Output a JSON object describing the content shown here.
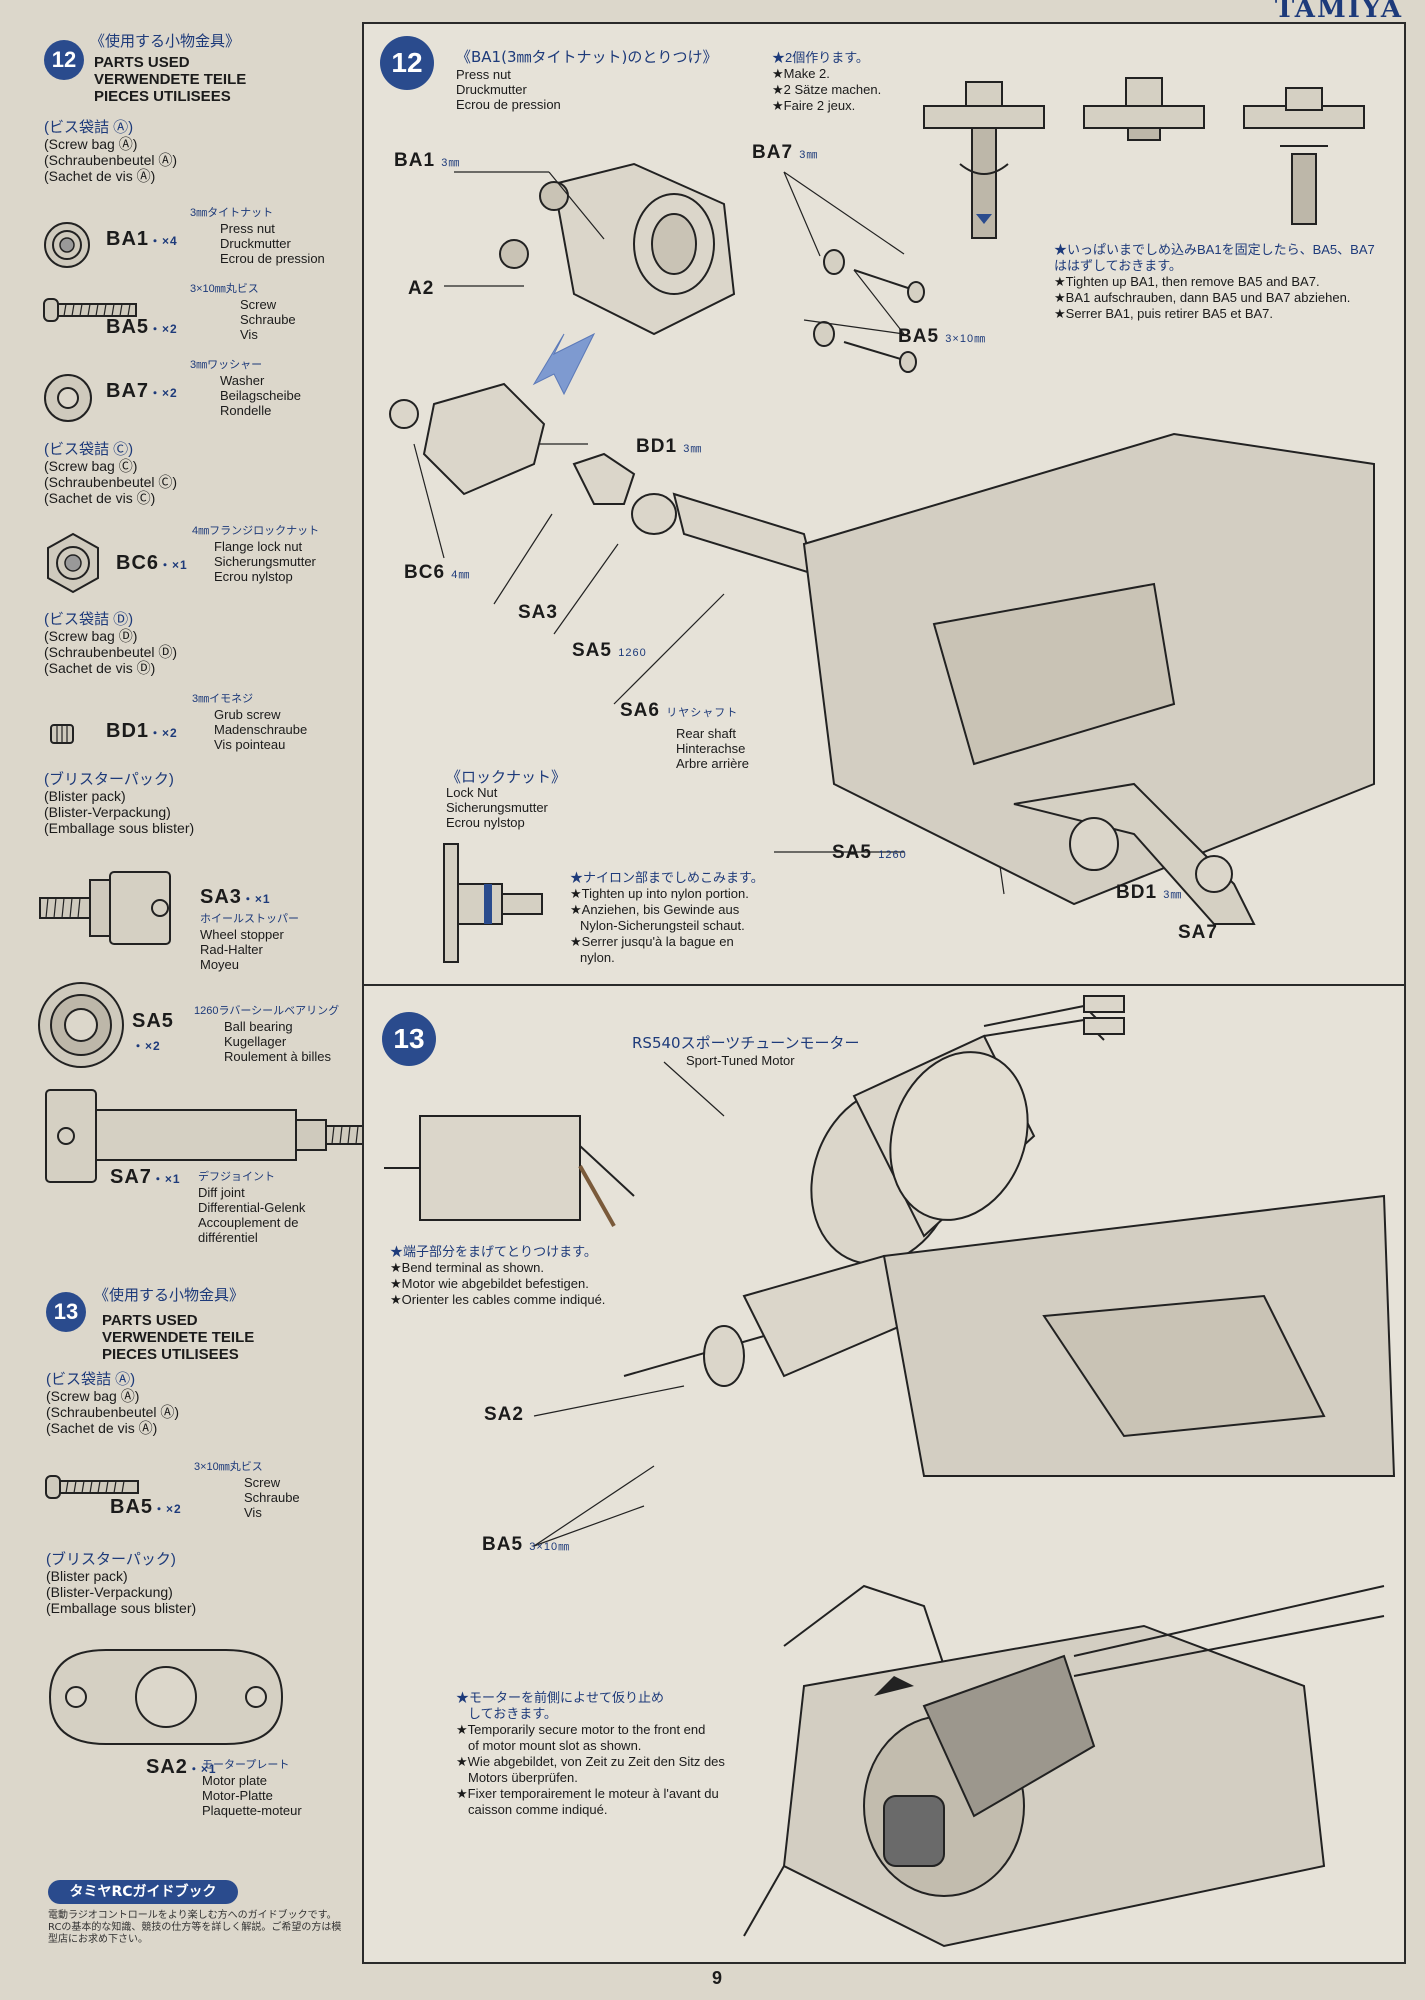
{
  "brand": "TAMIYA",
  "page_number": "9",
  "left": {
    "step12": {
      "num": "12",
      "jp_title": "《使用する小物金具》",
      "en": "PARTS USED",
      "de": "VERWENDETE TEILE",
      "fr": "PIECES UTILISEES",
      "bagA": {
        "jp": "(ビス袋詰 Ⓐ)",
        "en": "(Screw bag Ⓐ)",
        "de": "(Schraubenbeutel Ⓐ)",
        "fr": "(Sachet de vis Ⓐ)"
      },
      "ba1": {
        "code": "BA1",
        "qty": "・×4",
        "jp": "3㎜タイトナット",
        "en": "Press nut",
        "de": "Druckmutter",
        "fr": "Ecrou de pression"
      },
      "ba5": {
        "code": "BA5",
        "qty": "・×2",
        "jp": "3×10㎜丸ビス",
        "en": "Screw",
        "de": "Schraube",
        "fr": "Vis"
      },
      "ba7": {
        "code": "BA7",
        "qty": "・×2",
        "jp": "3㎜ワッシャー",
        "en": "Washer",
        "de": "Beilagscheibe",
        "fr": "Rondelle"
      },
      "bagC": {
        "jp": "(ビス袋詰 Ⓒ)",
        "en": "(Screw bag Ⓒ)",
        "de": "(Schraubenbeutel Ⓒ)",
        "fr": "(Sachet de vis Ⓒ)"
      },
      "bc6": {
        "code": "BC6",
        "qty": "・×1",
        "jp": "4㎜フランジロックナット",
        "en": "Flange lock nut",
        "de": "Sicherungsmutter",
        "fr": "Ecrou nylstop"
      },
      "bagD": {
        "jp": "(ビス袋詰 Ⓓ)",
        "en": "(Screw bag Ⓓ)",
        "de": "(Schraubenbeutel Ⓓ)",
        "fr": "(Sachet de vis Ⓓ)"
      },
      "bd1": {
        "code": "BD1",
        "qty": "・×2",
        "jp": "3㎜イモネジ",
        "en": "Grub screw",
        "de": "Madenschraube",
        "fr": "Vis pointeau"
      },
      "blister": {
        "jp": "(ブリスターパック)",
        "en": "(Blister pack)",
        "de": "(Blister-Verpackung)",
        "fr": "(Emballage sous blister)"
      },
      "sa3": {
        "code": "SA3",
        "qty": "・×1",
        "jp": "ホイールストッパー",
        "en": "Wheel stopper",
        "de": "Rad-Halter",
        "fr": "Moyeu"
      },
      "sa5": {
        "code": "SA5",
        "qty": "・×2",
        "jp": "1260ラバーシールベアリング",
        "en": "Ball bearing",
        "de": "Kugellager",
        "fr": "Roulement à billes"
      },
      "sa7": {
        "code": "SA7",
        "qty": "・×1",
        "jp": "デフジョイント",
        "en": "Diff joint",
        "de": "Differential-Gelenk",
        "fr1": "Accouplement de",
        "fr2": "différentiel"
      }
    },
    "step13": {
      "num": "13",
      "jp_title": "《使用する小物金具》",
      "en": "PARTS USED",
      "de": "VERWENDETE TEILE",
      "fr": "PIECES UTILISEES",
      "bagA": {
        "jp": "(ビス袋詰 Ⓐ)",
        "en": "(Screw bag Ⓐ)",
        "de": "(Schraubenbeutel Ⓐ)",
        "fr": "(Sachet de vis Ⓐ)"
      },
      "ba5": {
        "code": "BA5",
        "qty": "・×2",
        "jp": "3×10㎜丸ビス",
        "en": "Screw",
        "de": "Schraube",
        "fr": "Vis"
      },
      "blister": {
        "jp": "(ブリスターパック)",
        "en": "(Blister pack)",
        "de": "(Blister-Verpackung)",
        "fr": "(Emballage sous blister)"
      },
      "sa2": {
        "code": "SA2",
        "qty": "・×1",
        "jp": "モータープレート",
        "en": "Motor plate",
        "de": "Motor-Platte",
        "fr": "Plaquette-moteur"
      }
    },
    "guide": {
      "title": "タミヤRCガイドブック",
      "text": "電動ラジオコントロールをより楽しむ方へのガイドブックです。RCの基本的な知識、競技の仕方等を詳しく解説。ご希望の方は模型店にお求め下さい。"
    }
  },
  "panel12": {
    "num": "12",
    "title_jp": "《BA1(3㎜タイトナット)のとりつけ》",
    "title_en": "Press nut",
    "title_de": "Druckmutter",
    "title_fr": "Ecrou de pression",
    "make_jp": "★2個作ります。",
    "make_en": "★Make 2.",
    "make_de": "★2 Sätze machen.",
    "make_fr": "★Faire 2 jeux.",
    "tighten_jp": "★いっぱいまでしめ込みBA1を固定したら、BA5、BA7ははずしておきます。",
    "tighten_en": "★Tighten up BA1, then remove BA5 and BA7.",
    "tighten_de": "★BA1 aufschrauben, dann BA5 und BA7 abziehen.",
    "tighten_fr": "★Serrer BA1, puis retirer BA5 et BA7.",
    "labels": {
      "ba1": "BA1",
      "ba1_size": "3㎜",
      "ba7": "BA7",
      "ba7_size": "3㎜",
      "a2": "A2",
      "ba5": "BA5",
      "ba5_size": "3×10㎜",
      "bd1a": "BD1",
      "bd1a_size": "3㎜",
      "bc6": "BC6",
      "bc6_size": "4㎜",
      "sa3": "SA3",
      "sa5a": "SA5",
      "sa5a_size": "1260",
      "sa6": "SA6",
      "sa6_jp": "リヤシャフト",
      "sa6_en": "Rear shaft",
      "sa6_de": "Hinterachse",
      "sa6_fr": "Arbre arrière",
      "sa5b": "SA5",
      "sa5b_size": "1260",
      "bd1b": "BD1",
      "bd1b_size": "3㎜",
      "sa7": "SA7"
    },
    "locknut": {
      "jp": "《ロックナット》",
      "en": "Lock Nut",
      "de": "Sicherungsmutter",
      "fr": "Ecrou nylstop"
    },
    "nylon": {
      "jp": "★ナイロン部までしめこみます。",
      "en": "★Tighten up into nylon portion.",
      "de1": "★Anziehen, bis Gewinde aus",
      "de2": "Nylon-Sicherungsteil schaut.",
      "fr1": "★Serrer jusqu'à la bague en",
      "fr2": "nylon."
    }
  },
  "panel13": {
    "num": "13",
    "motor_jp": "RS540スポーツチューンモーター",
    "motor_en": "Sport-Tuned Motor",
    "bend_jp": "★端子部分をまげてとりつけます。",
    "bend_en": "★Bend terminal as shown.",
    "bend_de": "★Motor wie abgebildet befestigen.",
    "bend_fr": "★Orienter les cables comme indiqué.",
    "sa2": "SA2",
    "ba5": "BA5",
    "ba5_size": "3×10㎜",
    "secure_jp1": "★モーターを前側によせて仮り止め",
    "secure_jp2": "しておきます。",
    "secure_en1": "★Temporarily secure motor to the front end",
    "secure_en2": "of motor mount slot as shown.",
    "secure_de1": "★Wie abgebildet, von Zeit zu Zeit den Sitz des",
    "secure_de2": "Motors überprüfen.",
    "secure_fr1": "★Fixer temporairement le moteur à l'avant du",
    "secure_fr2": "caisson comme indiqué."
  }
}
